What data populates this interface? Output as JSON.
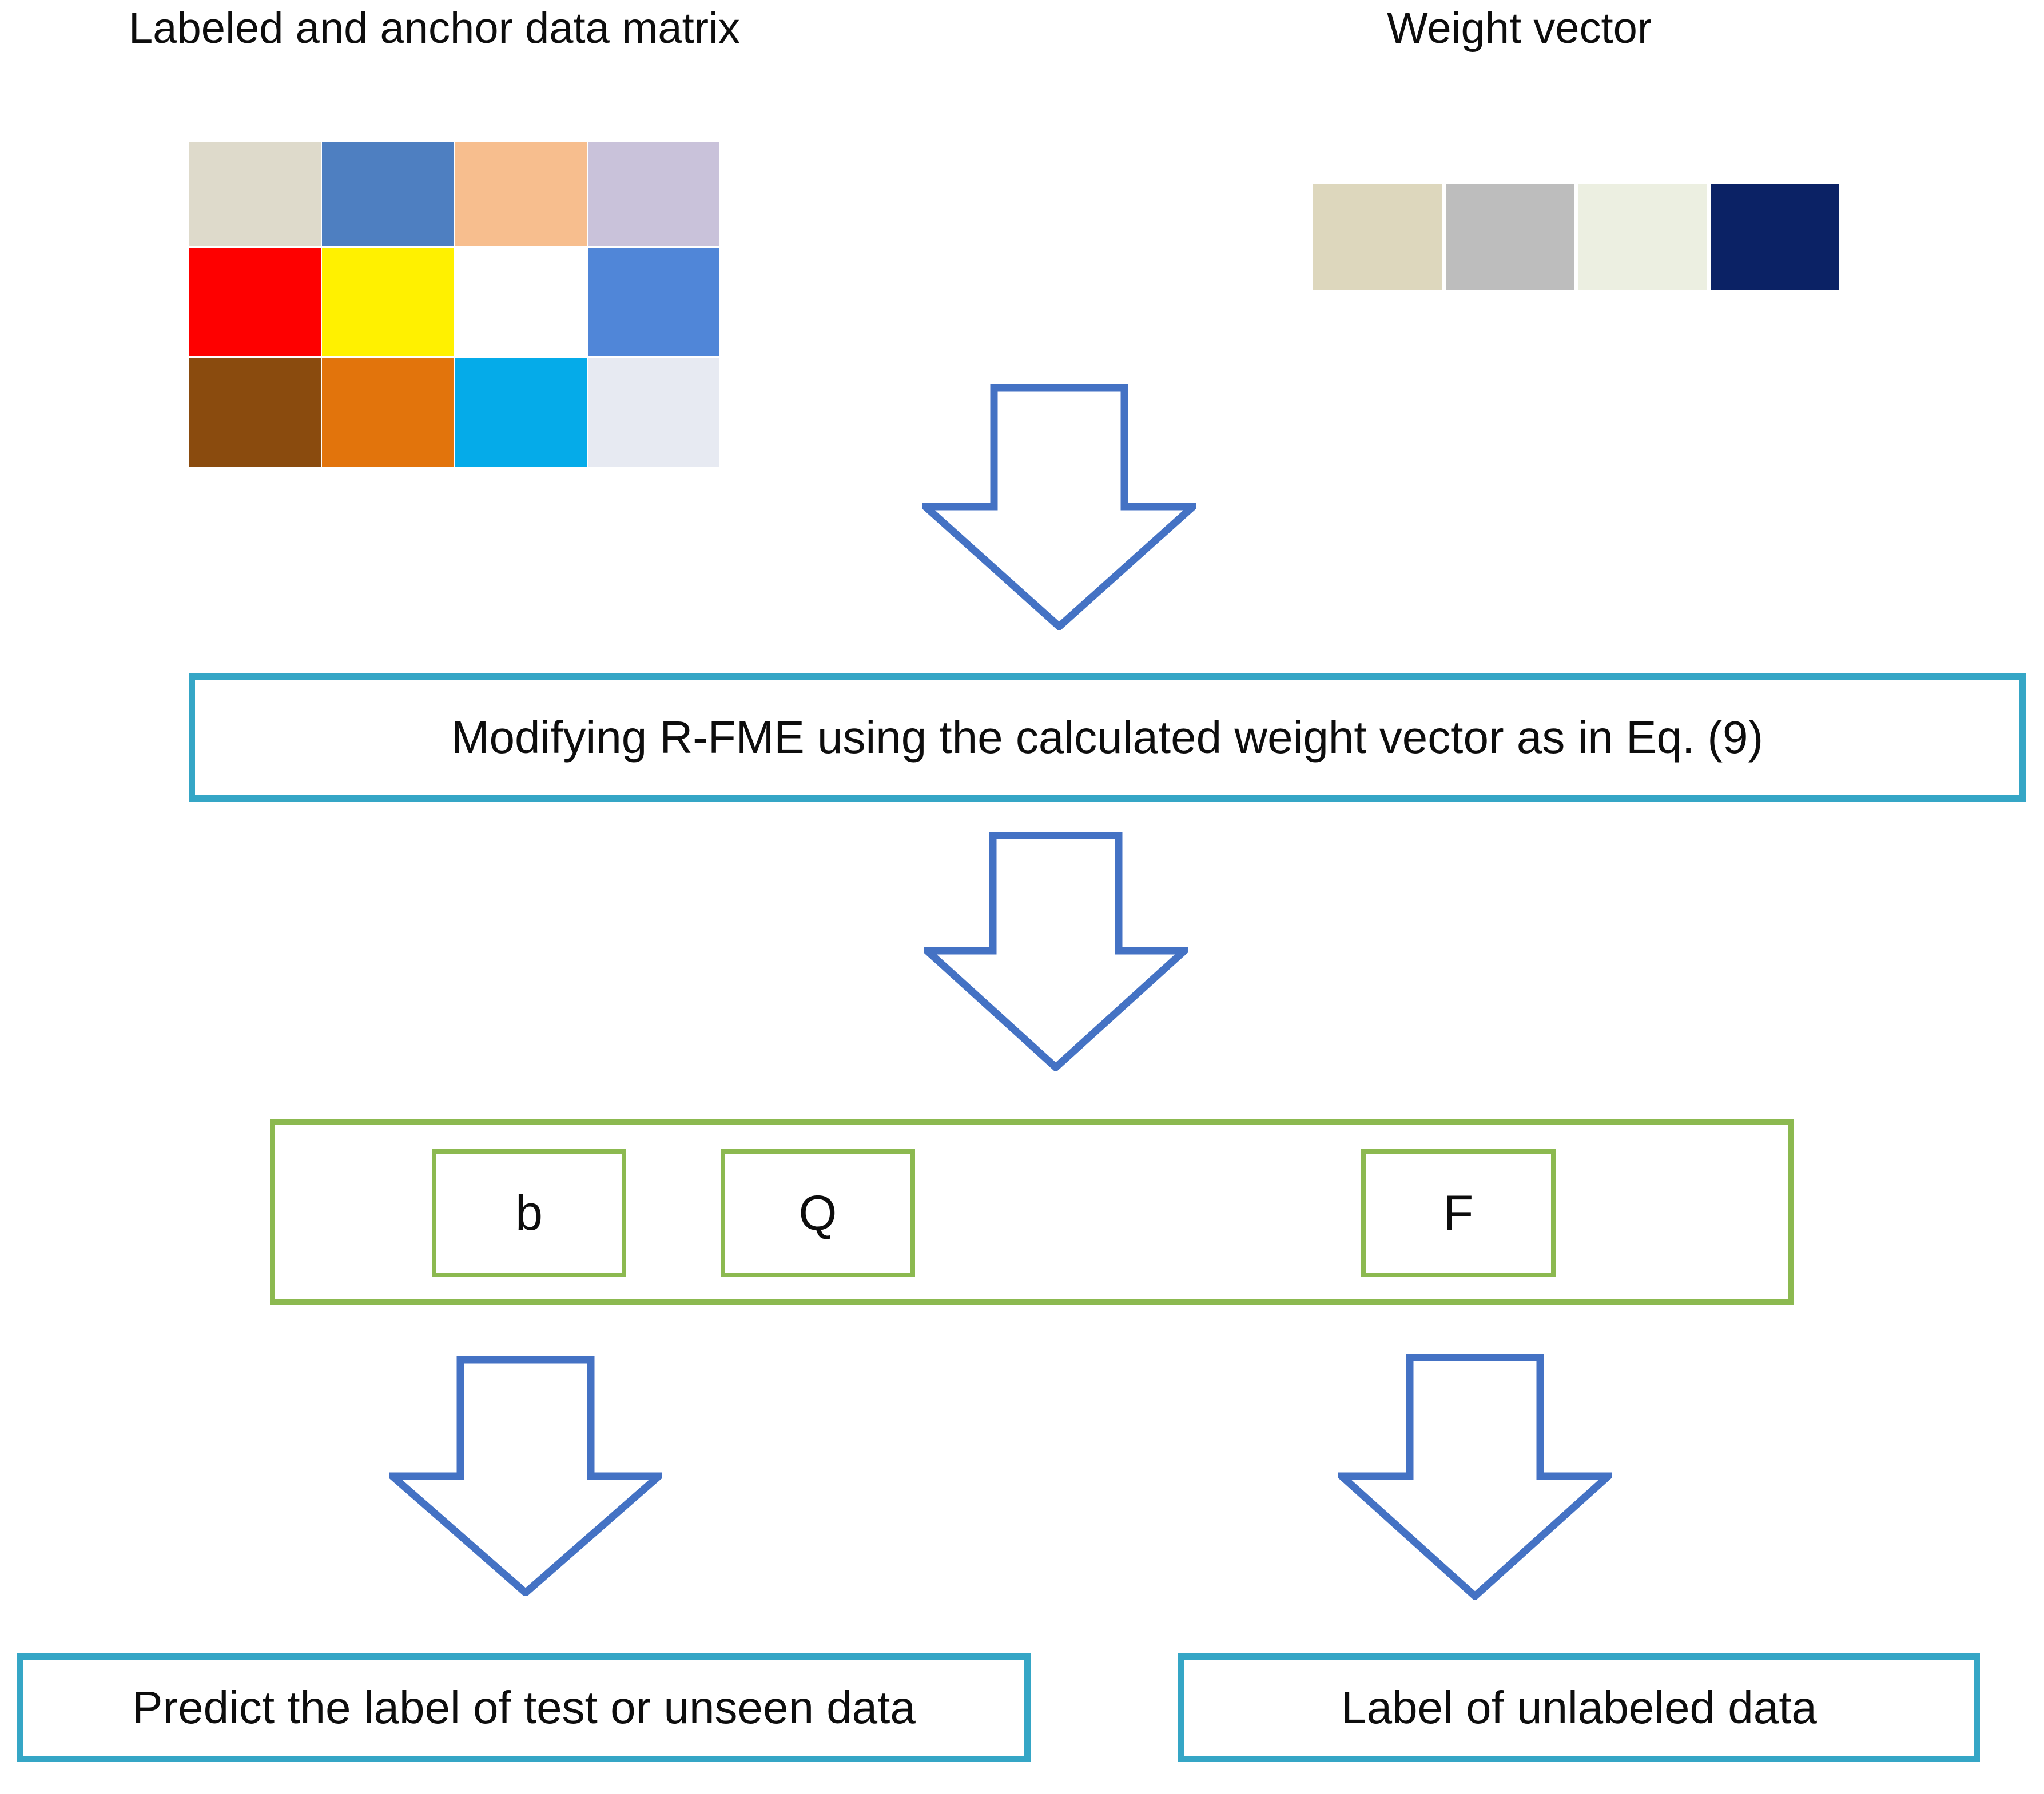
{
  "diagram": {
    "title_left": "Labeled and anchor data matrix",
    "title_right": "Weight vector",
    "matrix": {
      "rows": 3,
      "cols": 4,
      "cells": [
        [
          {
            "name": "cell-r1c1",
            "color": "#DEDACB"
          },
          {
            "name": "cell-r1c2",
            "color": "#4E7FC1"
          },
          {
            "name": "cell-r1c3",
            "color": "#F7BE8E"
          },
          {
            "name": "cell-r1c4",
            "color": "#C9C2DA"
          }
        ],
        [
          {
            "name": "cell-r2c1",
            "color": "#FE0000"
          },
          {
            "name": "cell-r2c2",
            "color": "#FFF100"
          },
          {
            "name": "cell-r2c3",
            "color": "#86C council"
          },
          {
            "name": "cell-r2c4",
            "color": "#5086D8"
          }
        ],
        [
          {
            "name": "cell-r3c1",
            "color": "#8A4B0E"
          },
          {
            "name": "cell-r3c2",
            "color": "#E2740C"
          },
          {
            "name": "cell-r3c3",
            "color": "#05ABE9"
          },
          {
            "name": "cell-r3c4",
            "color": "#E7EAF2"
          }
        ]
      ]
    },
    "weight_vector": {
      "length": 4,
      "cells": [
        {
          "name": "weight-cell-1",
          "color": "#DDD7BD"
        },
        {
          "name": "weight-cell-2",
          "color": "#BDBDBD"
        },
        {
          "name": "weight-cell-3",
          "color": "#ECEFE1"
        },
        {
          "name": "weight-cell-4",
          "color": "#0B2265"
        }
      ]
    },
    "modify_step": {
      "label": "Modifying R-FME using the calculated weight vector as in Eq. (9)"
    },
    "outputs": {
      "items": [
        {
          "name": "output-b",
          "label": "b"
        },
        {
          "name": "output-Q",
          "label": "Q"
        },
        {
          "name": "output-F",
          "label": "F"
        }
      ]
    },
    "results": {
      "left": "Predict the label of test or unseen data",
      "right": "Label of unlabeled data"
    },
    "arrows": [
      {
        "name": "arrow-data-to-modify",
        "direction": "down"
      },
      {
        "name": "arrow-modify-to-outputs",
        "direction": "down"
      },
      {
        "name": "arrow-b-to-predict",
        "direction": "down"
      },
      {
        "name": "arrow-F-to-unlabeled",
        "direction": "down"
      }
    ],
    "colors": {
      "arrow_stroke": "#4472C4",
      "teal_border": "#35A6C6",
      "green_border": "#8CB950",
      "text": "#0D0D0D",
      "background": "#FFFFFF"
    }
  }
}
